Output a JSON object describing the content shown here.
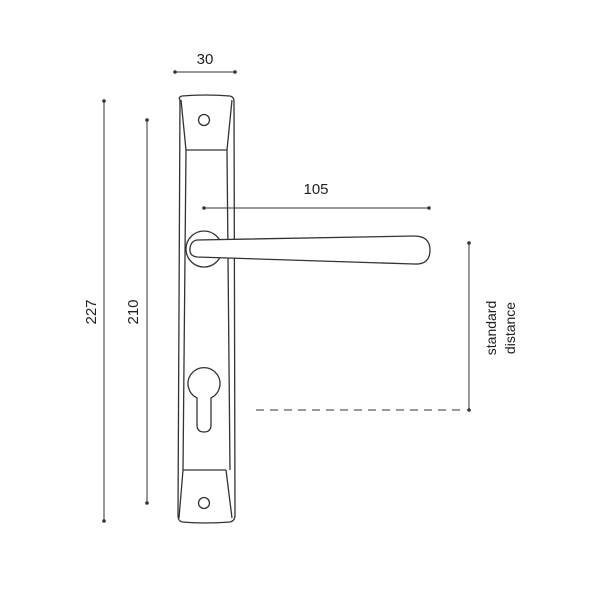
{
  "dimensions": {
    "plate_width": "30",
    "overall_height": "227",
    "hole_spacing": "210",
    "lever_length": "105",
    "standard_distance_line1": "standard",
    "standard_distance_line2": "distance"
  },
  "colors": {
    "line": "#333333",
    "background": "#ffffff"
  }
}
